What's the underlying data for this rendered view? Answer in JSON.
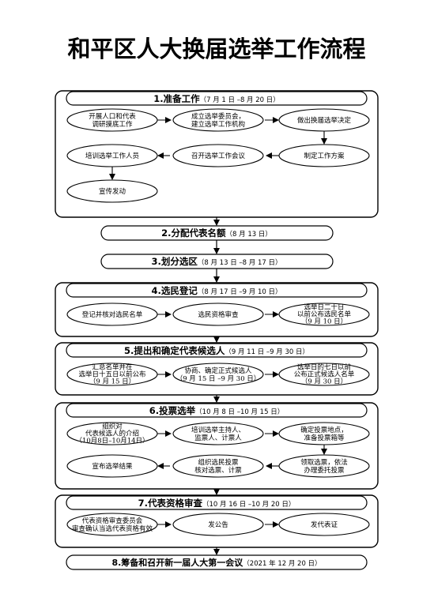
{
  "title": "和平区人大换届选举工作流程",
  "stages": [
    {
      "id": "s1",
      "num": "1.",
      "name": "准备工作",
      "date": "（7 月 1 日 –8 月 20 日）"
    },
    {
      "id": "s2",
      "num": "2.",
      "name": "分配代表名额",
      "date": "（8 月 13 日）"
    },
    {
      "id": "s3",
      "num": "3.",
      "name": "划分选区",
      "date": "（8 月 13 日 –8 月 17 日）"
    },
    {
      "id": "s4",
      "num": "4.",
      "name": "选民登记",
      "date": "（8 月 17 日 –9 月 10 日）"
    },
    {
      "id": "s5",
      "num": "5.",
      "name": "提出和确定代表候选人",
      "date": "（9 月 11 日 –9 月 30 日）"
    },
    {
      "id": "s6",
      "num": "6.",
      "name": "投票选举",
      "date": "（10 月 8 日 –10 月 15 日）"
    },
    {
      "id": "s7",
      "num": "7.",
      "name": "代表资格审查",
      "date": "（10 月 16 日 –10 月 20 日）"
    },
    {
      "id": "s8",
      "num": "8.",
      "name": "筹备和召开新一届人大第一会议",
      "date": "（2021 年 12 月 20 日）"
    }
  ],
  "nodes": {
    "s1_a": [
      "开展人口和代表",
      "调研摸底工作"
    ],
    "s1_b": [
      "成立选举委员会，",
      "建立选举工作机构"
    ],
    "s1_c": [
      "做出换届选举决定"
    ],
    "s1_d": [
      "制定工作方案"
    ],
    "s1_e": [
      "召开选举工作会议"
    ],
    "s1_f": [
      "培训选举工作人员"
    ],
    "s1_g": [
      "宣传发动"
    ],
    "s4_a": [
      "登记并核对选民名单"
    ],
    "s4_b": [
      "选民资格审查"
    ],
    "s4_c": [
      "选举日二十日",
      "以前公布选民名单",
      "（9 月 10 日）"
    ],
    "s5_a": [
      "汇总名单并在",
      "选举日十五日以前公布",
      "（9 月 15 日）"
    ],
    "s5_b": [
      "协商、确定正式候选人",
      "（9 月 15 日 –9 月 30 日）"
    ],
    "s5_c": [
      "选举日的七日以前",
      "公布正式候选人名单",
      "（9 月 30 日）"
    ],
    "s6_a": [
      "组织对",
      "代表候选人的介绍",
      "（10月8日–10月14日）"
    ],
    "s6_b": [
      "培训选举主持人、",
      "监票人、计票人"
    ],
    "s6_c": [
      "确定投票地点，",
      "准备投票箱等"
    ],
    "s6_d": [
      "领取选票，依法",
      "办理委托投票"
    ],
    "s6_e": [
      "组织选民投票",
      "核对选票、计票"
    ],
    "s6_f": [
      "宣布选举结果"
    ],
    "s7_a": [
      "代表资格审查委员会",
      "审查确认当选代表资格有效"
    ],
    "s7_b": [
      "发公告"
    ],
    "s7_c": [
      "发代表证"
    ]
  }
}
